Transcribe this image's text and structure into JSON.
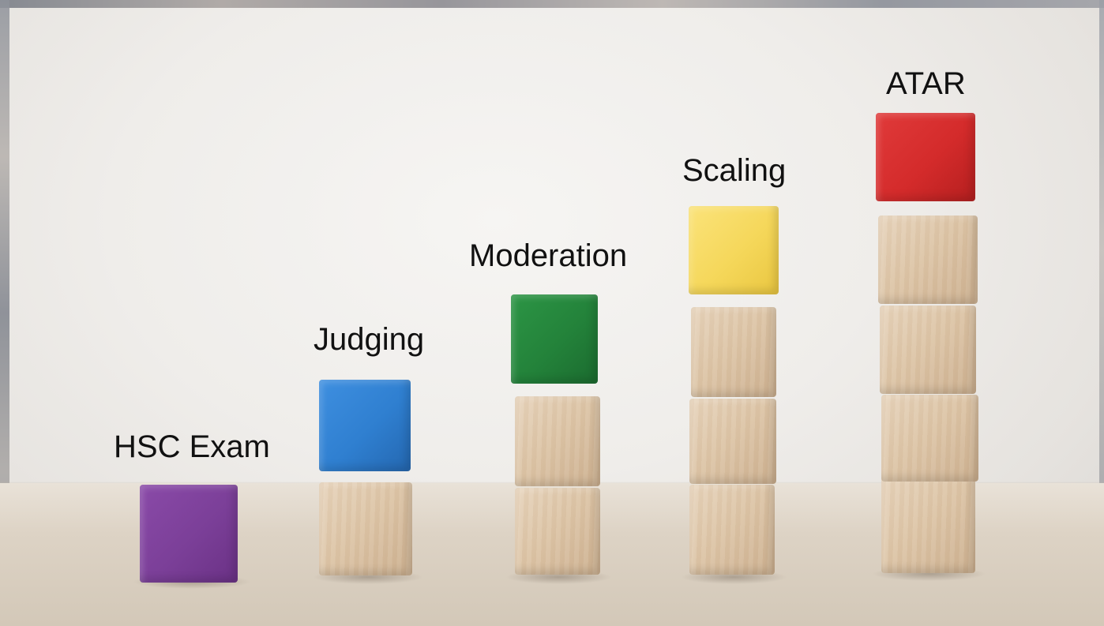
{
  "labels": {
    "hsc_exam": "HSC Exam",
    "judging": "Judging",
    "moderation": "Moderation",
    "scaling": "Scaling",
    "atar": "ATAR"
  },
  "colors": {
    "purple": "#7b3f98",
    "blue": "#2f7fd0",
    "green": "#23823a",
    "yellow": "#f5d75a",
    "red": "#d42b2b"
  },
  "stacks": [
    {
      "name": "HSC Exam",
      "wood_blocks": 0,
      "color": "purple"
    },
    {
      "name": "Judging",
      "wood_blocks": 1,
      "color": "blue"
    },
    {
      "name": "Moderation",
      "wood_blocks": 2,
      "color": "green"
    },
    {
      "name": "Scaling",
      "wood_blocks": 3,
      "color": "yellow"
    },
    {
      "name": "ATAR",
      "wood_blocks": 4,
      "color": "red"
    }
  ]
}
